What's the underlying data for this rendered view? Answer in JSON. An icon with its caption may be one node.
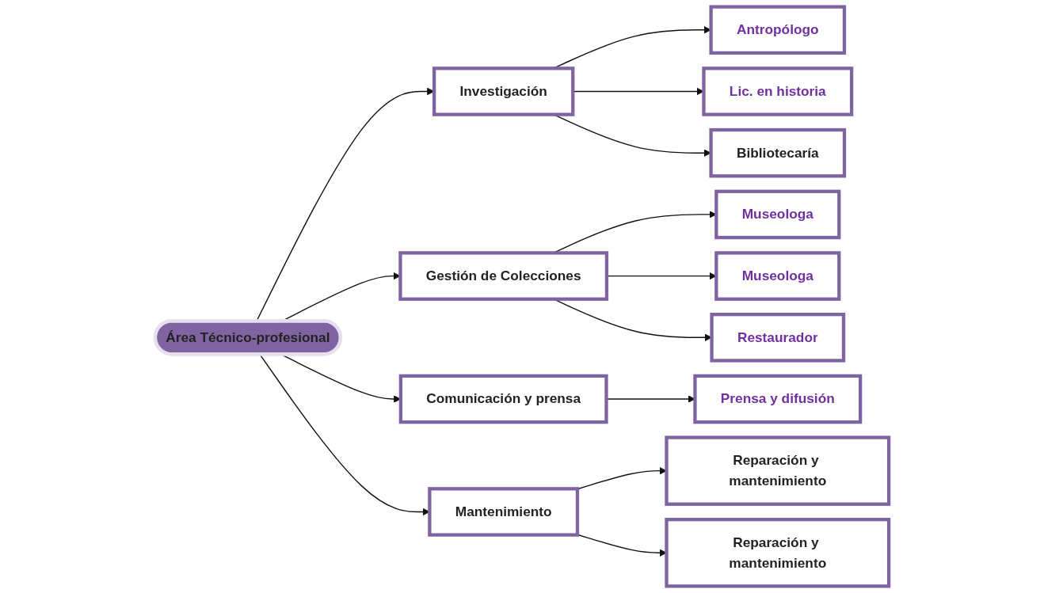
{
  "diagram": {
    "nodes": [
      {
        "text": [
          "Área Técnico-profesional"
        ]
      },
      {
        "text": [
          "Investigación"
        ]
      },
      {
        "text": [
          "Gestión de Colecciones"
        ]
      },
      {
        "text": [
          "Comunicación y prensa"
        ]
      },
      {
        "text": [
          "Mantenimiento"
        ]
      },
      {
        "text": [
          "Antropólogo"
        ]
      },
      {
        "text": [
          "Lic. en historia"
        ]
      },
      {
        "text": [
          "Bibliotecaría"
        ]
      },
      {
        "text": [
          "Museologa"
        ]
      },
      {
        "text": [
          "Museologa"
        ]
      },
      {
        "text": [
          "Restaurador"
        ]
      },
      {
        "text": [
          "Prensa y difusión"
        ]
      },
      {
        "text": [
          "Reparación y mantenimiento"
        ]
      },
      {
        "text": [
          "Reparación y mantenimiento"
        ]
      }
    ],
    "edges": [
      {
        "from": 0,
        "to": 1,
        "arrow": "to"
      },
      {
        "from": 0,
        "to": 2,
        "arrow": "to"
      },
      {
        "from": 0,
        "to": 3,
        "arrow": "to"
      },
      {
        "from": 0,
        "to": 4,
        "arrow": "to"
      },
      {
        "from": 1,
        "to": 5,
        "arrow": "to"
      },
      {
        "from": 1,
        "to": 6,
        "arrow": "to"
      },
      {
        "from": 1,
        "to": 7,
        "arrow": "to"
      },
      {
        "from": 2,
        "to": 8,
        "arrow": "to"
      },
      {
        "from": 2,
        "to": 9,
        "arrow": "to"
      },
      {
        "from": 2,
        "to": 10,
        "arrow": "to"
      },
      {
        "from": 3,
        "to": 11,
        "arrow": "to"
      },
      {
        "from": 4,
        "to": 12,
        "arrow": "to"
      },
      {
        "from": 4,
        "to": 13,
        "arrow": "to"
      }
    ]
  }
}
